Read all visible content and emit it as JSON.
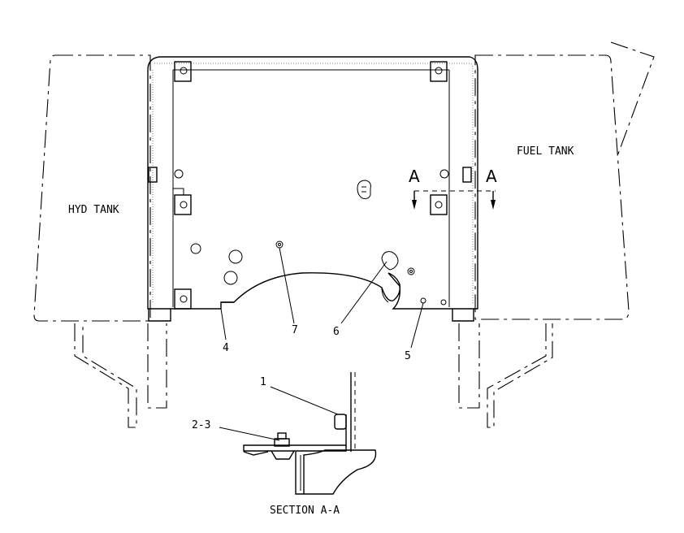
{
  "labels": {
    "hyd_tank": "HYD TANK",
    "fuel_tank": "FUEL TANK",
    "section_title": "SECTION A-A",
    "section_mark_left": "A",
    "section_mark_right": "A"
  },
  "callouts": {
    "c1": "1",
    "c2_3": "2-3",
    "c4": "4",
    "c5": "5",
    "c6": "6",
    "c7": "7"
  }
}
